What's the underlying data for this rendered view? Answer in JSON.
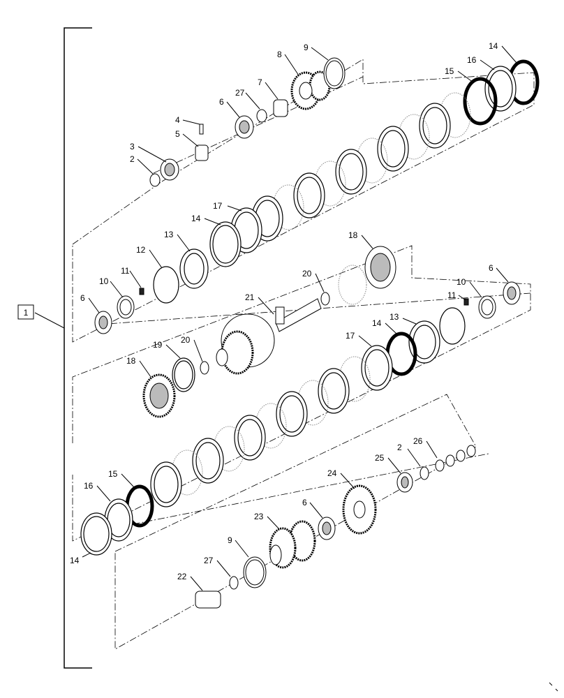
{
  "diagram": {
    "assembly_label": "1",
    "callouts": {
      "c2a": "2",
      "c3": "3",
      "c4": "4",
      "c5": "5",
      "c6a": "6",
      "c27a": "27",
      "c7": "7",
      "c8": "8",
      "c9a": "9",
      "c14a": "14",
      "c16a": "16",
      "c15a": "15",
      "c17a": "17",
      "c14b": "14",
      "c13a": "13",
      "c12": "12",
      "c11a": "11",
      "c10a": "10",
      "c6b": "6",
      "c18a": "18",
      "c20a": "20",
      "c21": "21",
      "c10b": "10",
      "c11b": "11",
      "c6c": "6",
      "c19": "19",
      "c20b": "20",
      "c18b": "18",
      "c17b": "17",
      "c14c": "14",
      "c13b": "13",
      "c16b": "16",
      "c15b": "15",
      "c14d": "14",
      "c25": "25",
      "c2b": "2",
      "c26": "26",
      "c24": "24",
      "c6d": "6",
      "c23": "23",
      "c9b": "9",
      "c27b": "27",
      "c22": "22"
    }
  }
}
